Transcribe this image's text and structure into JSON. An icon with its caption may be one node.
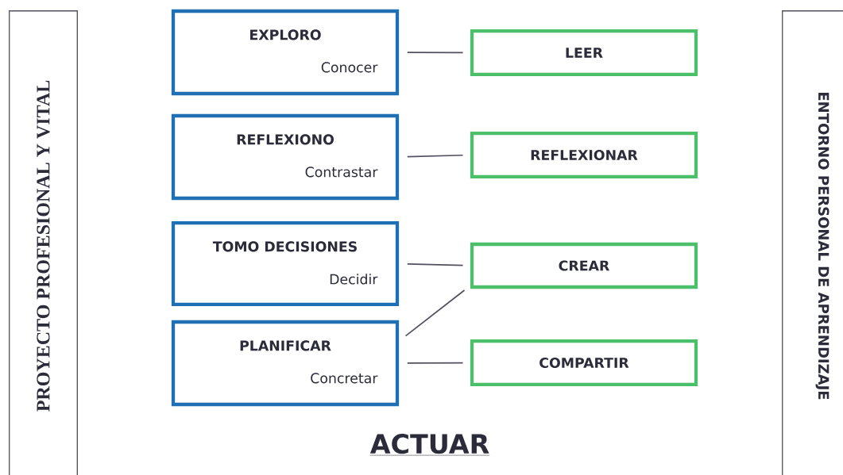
{
  "diagram": {
    "nodes": [
      {
        "text": [
          "PROYECTO PROFESIONAL Y VITAL"
        ]
      },
      {
        "text": [
          "EXPLORO",
          "Conocer"
        ]
      },
      {
        "text": [
          "LEER"
        ]
      },
      {
        "text": [
          "REFLEXIONO",
          "Contrastar"
        ]
      },
      {
        "text": [
          "REFLEXIONAR"
        ]
      },
      {
        "text": [
          "TOMO DECISIONES",
          "Decidir"
        ]
      },
      {
        "text": [
          "CREAR"
        ]
      },
      {
        "text": [
          "PLANIFICAR",
          "Concretar"
        ]
      },
      {
        "text": [
          "COMPARTIR"
        ]
      },
      {
        "text": [
          "ENTORNO PERSONAL DE APRENDIZAJE"
        ]
      }
    ],
    "edges": [
      {
        "from": 1,
        "to": 2,
        "arrow": "none"
      },
      {
        "from": 3,
        "to": 4,
        "arrow": "none"
      },
      {
        "from": 5,
        "to": 6,
        "arrow": "none"
      },
      {
        "from": 7,
        "to": 6,
        "arrow": "none"
      },
      {
        "from": 7,
        "to": 8,
        "arrow": "none"
      }
    ],
    "labels": [
      "ACTUAR"
    ]
  }
}
